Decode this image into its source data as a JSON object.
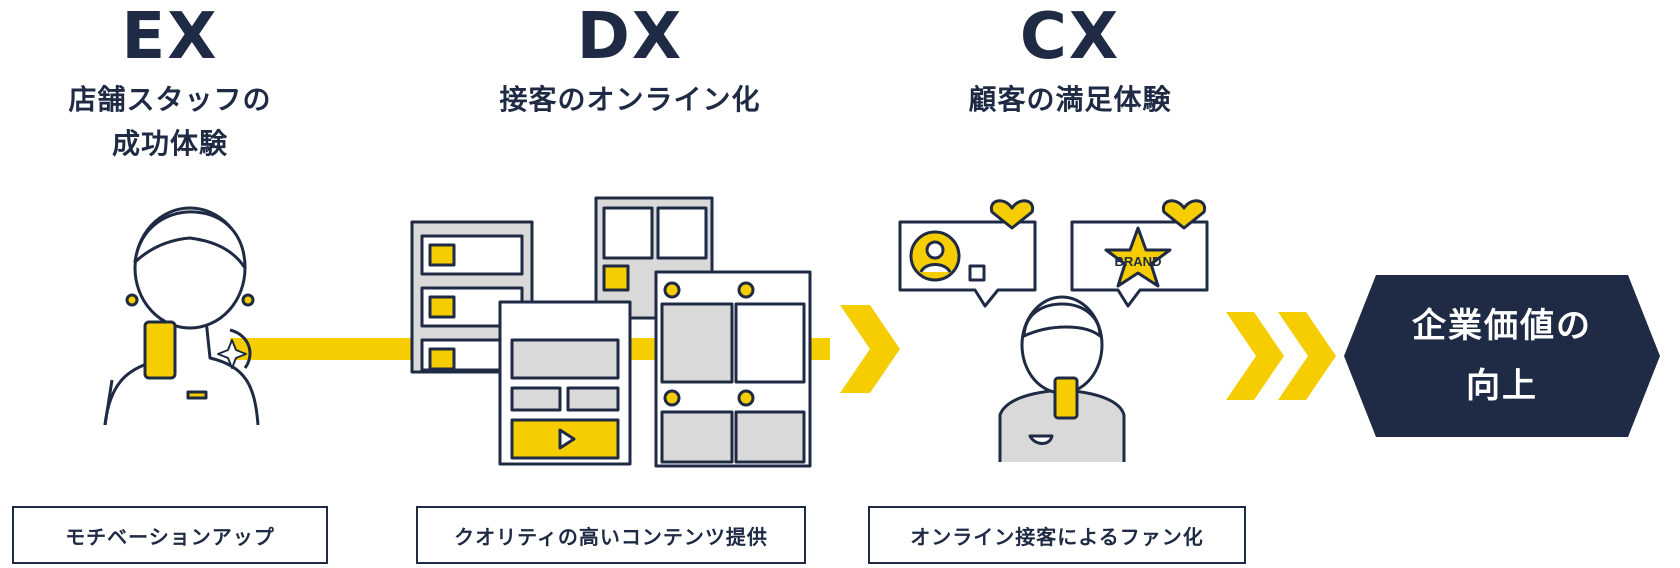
{
  "colors": {
    "navy": "#1f2a44",
    "yellow": "#f5cd00",
    "gray": "#d9d9d9",
    "white": "#ffffff"
  },
  "stages": [
    {
      "code": "EX",
      "title_line1": "店舗スタッフの",
      "title_line2": "成功体験",
      "box_label": "モチベーションアップ"
    },
    {
      "code": "DX",
      "title_line1": "接客のオンライン化",
      "title_line2": "",
      "box_label": "クオリティの高いコンテンツ提供"
    },
    {
      "code": "CX",
      "title_line1": "顧客の満足体験",
      "title_line2": "",
      "box_label": "オンライン接客によるファン化"
    }
  ],
  "result": {
    "line1": "企業価値の",
    "line2": "向上"
  },
  "brand_star_text": "BRAND",
  "icons": {
    "ex": "staff-with-smartphone-icon",
    "dx": "online-content-screens-icon",
    "cx": "customer-with-smartphone-icon"
  }
}
